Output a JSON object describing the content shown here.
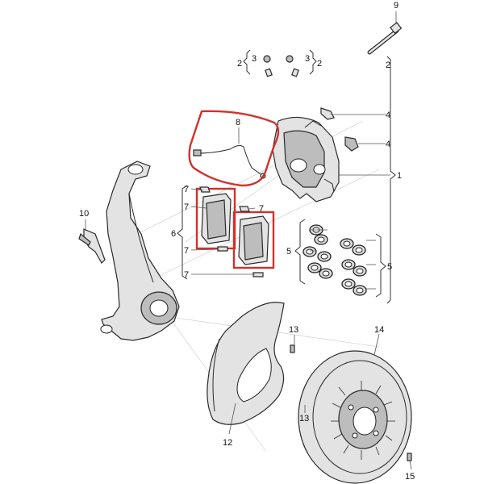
{
  "callouts": {
    "c1": "1",
    "c2a": "2",
    "c2b": "2",
    "c2c": "2",
    "c3a": "3",
    "c3b": "3",
    "c4a": "4",
    "c4b": "4",
    "c5a": "5",
    "c5b": "5",
    "c6": "6",
    "c7a": "7",
    "c7b": "7",
    "c7c": "7",
    "c7d": "7",
    "c7e": "7",
    "c8": "8",
    "c9": "9",
    "c10": "10",
    "c12": "12",
    "c13a": "13",
    "c13b": "13",
    "c14": "14",
    "c15": "15"
  },
  "colors": {
    "highlight": "#d0312d",
    "part_fill": "#e3e3e3",
    "line": "#2a2a2a"
  }
}
